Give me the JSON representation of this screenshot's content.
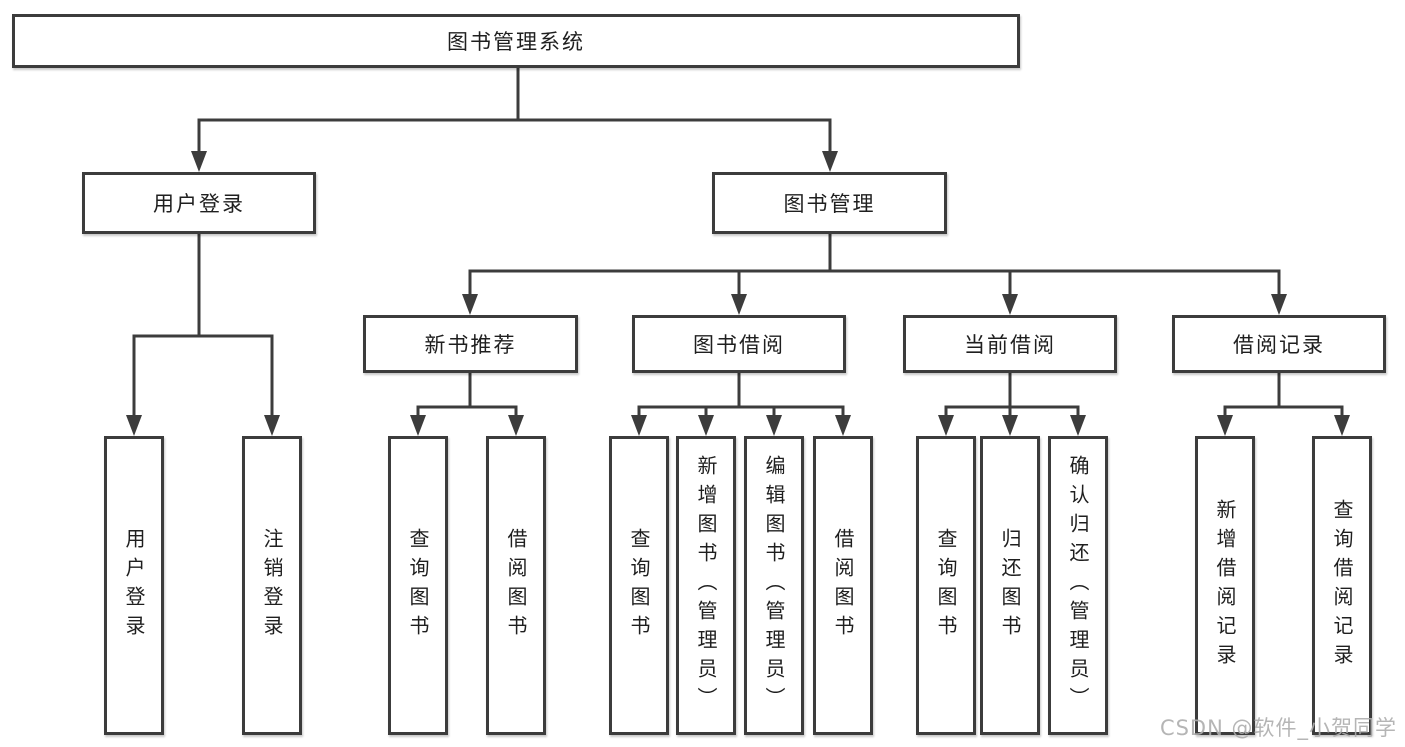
{
  "tree": {
    "root": {
      "label": "图书管理系统",
      "children": [
        {
          "label": "用户登录",
          "children": [
            {
              "label": "用户登录"
            },
            {
              "label": "注销登录"
            }
          ]
        },
        {
          "label": "图书管理",
          "children": [
            {
              "label": "新书推荐",
              "children": [
                {
                  "label": "查询图书"
                },
                {
                  "label": "借阅图书"
                }
              ]
            },
            {
              "label": "图书借阅",
              "children": [
                {
                  "label": "查询图书"
                },
                {
                  "label": "新增图书（管理员）"
                },
                {
                  "label": "编辑图书（管理员）"
                },
                {
                  "label": "借阅图书"
                }
              ]
            },
            {
              "label": "当前借阅",
              "children": [
                {
                  "label": "查询图书"
                },
                {
                  "label": "归还图书"
                },
                {
                  "label": "确认归还（管理员）"
                }
              ]
            },
            {
              "label": "借阅记录",
              "children": [
                {
                  "label": "新增借阅记录"
                },
                {
                  "label": "查询借阅记录"
                }
              ]
            }
          ]
        }
      ]
    }
  },
  "watermark": {
    "text": "CSDN @软件_小贺同学"
  },
  "colors": {
    "line": "#3c3c3c",
    "box_border": "#3c3c3c",
    "text": "#1f1f1f",
    "watermark": "#adadad",
    "background": "#ffffff"
  }
}
